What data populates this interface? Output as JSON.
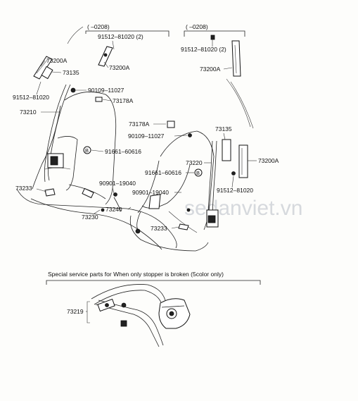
{
  "watermark": "sedanviet.vn",
  "callouts": {
    "left_range": "(     –0208)",
    "right_range": "(     –0208)",
    "l_91512_81020_2": "91512–81020 (2)",
    "l_73200A_a": "73200A",
    "l_73200A_b": "73200A",
    "l_73135": "73135",
    "l_90109": "90109–11027",
    "l_91512_81020": "91512–81020",
    "l_73178A": "73178A",
    "l_73210": "73210",
    "l_91661": "91661–60616",
    "l_73233": "73233",
    "l_90901": "90901–19040",
    "l_73240": "73240",
    "l_73230": "73230",
    "r_91512_81020_2": "91512–81020 (2)",
    "r_73200A_top": "73200A",
    "r_73178A": "73178A",
    "r_90109": "90109–11027",
    "r_73135": "73135",
    "r_73220": "73220",
    "r_73200A": "73200A",
    "r_91661": "91661–60616",
    "r_90901": "90901–19040",
    "r_91512_81020": "91512–81020",
    "r_73233": "73233",
    "service_note": "Special service parts for When only stopper is broken (5color only)",
    "l_73219": "73219"
  }
}
